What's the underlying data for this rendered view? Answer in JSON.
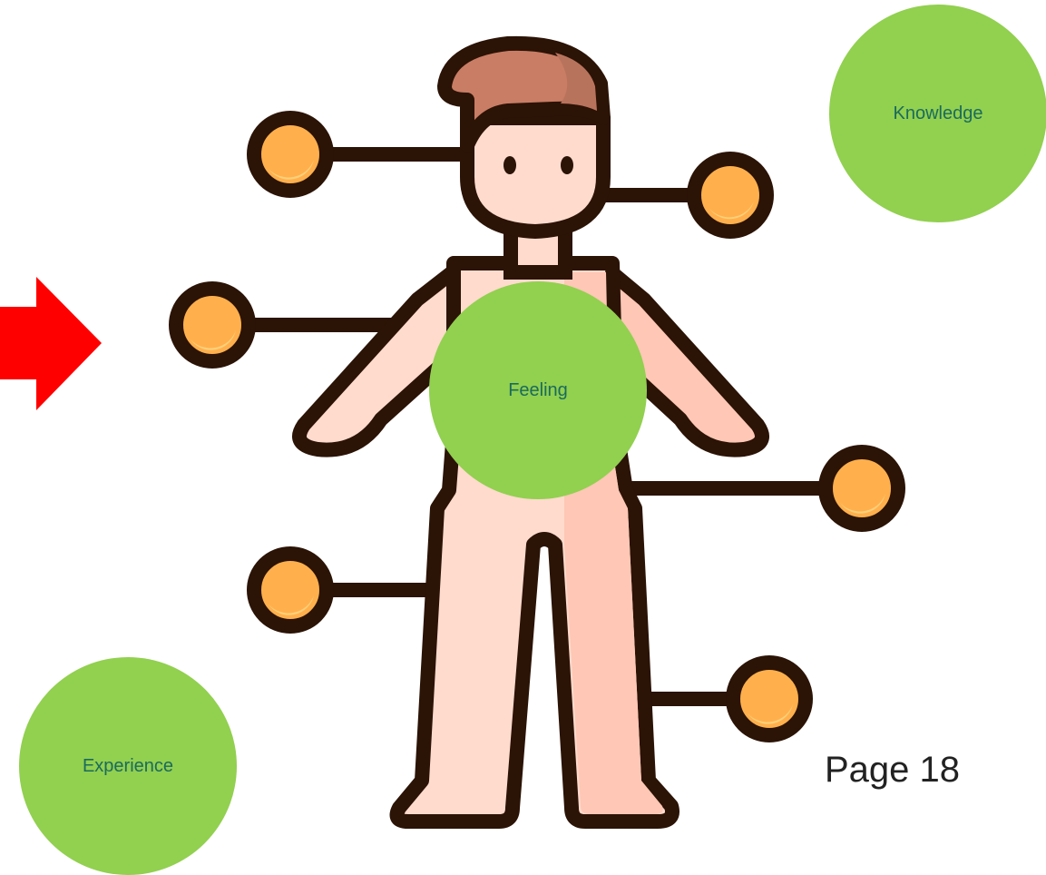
{
  "colors": {
    "bubble_fill": "#92d050",
    "bubble_text": "#1a6b5c",
    "arrow": "#ff0000",
    "outline": "#2b1306",
    "skin_light": "#ffdbcd",
    "skin_shadow": "#ffc7b5",
    "hair": "#c97d65",
    "hair_shadow": "#b8735c",
    "node_fill": "#ffb04c",
    "node_highlight": "#ffd07a",
    "page_text": "#222222"
  },
  "icons": {
    "arrow": "right-arrow-icon",
    "person": "person-network-icon",
    "node": "connection-node-icon"
  },
  "bubbles": {
    "knowledge": "Knowledge",
    "feeling": "Feeling",
    "experience": "Experience"
  },
  "page_label": "Page 18"
}
